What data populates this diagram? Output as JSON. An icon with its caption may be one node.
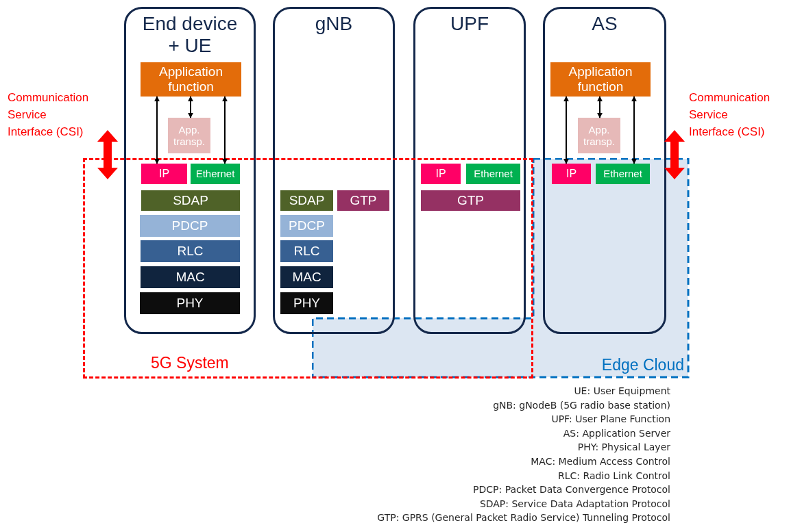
{
  "diagram": {
    "nodes": [
      {
        "text": [
          "End device + UE"
        ]
      },
      {
        "text": [
          "Application function"
        ],
        "in": 0
      },
      {
        "text": [
          "App. transp."
        ],
        "in": 0
      },
      {
        "text": [
          "IP"
        ]
      },
      {
        "text": [
          "Ethernet"
        ]
      },
      {
        "text": [
          "SDAP"
        ]
      },
      {
        "text": [
          "PDCP"
        ]
      },
      {
        "text": [
          "RLC"
        ]
      },
      {
        "text": [
          "MAC"
        ]
      },
      {
        "text": [
          "PHY"
        ]
      },
      {
        "text": [
          "gNB"
        ]
      },
      {
        "text": [
          "SDAP"
        ]
      },
      {
        "text": [
          "GTP"
        ]
      },
      {
        "text": [
          "PDCP"
        ]
      },
      {
        "text": [
          "RLC"
        ]
      },
      {
        "text": [
          "MAC"
        ]
      },
      {
        "text": [
          "PHY"
        ]
      },
      {
        "text": [
          "UPF"
        ]
      },
      {
        "text": [
          "IP"
        ]
      },
      {
        "text": [
          "Ethernet"
        ]
      },
      {
        "text": [
          "GTP"
        ]
      },
      {
        "text": [
          "AS"
        ]
      },
      {
        "text": [
          "Application function"
        ],
        "in": 21
      },
      {
        "text": [
          "App. transp."
        ],
        "in": 21
      },
      {
        "text": [
          "IP"
        ]
      },
      {
        "text": [
          "Ethernet"
        ]
      },
      {
        "text": [
          "5G System"
        ]
      },
      {
        "text": [
          "Edge Cloud"
        ]
      }
    ],
    "edges": [
      {
        "from": 1,
        "to": 3,
        "arrow": "both"
      },
      {
        "from": 1,
        "to": 2,
        "arrow": "both"
      },
      {
        "from": 1,
        "to": 4,
        "arrow": "both"
      },
      {
        "from": 22,
        "to": 24,
        "arrow": "both"
      },
      {
        "from": 22,
        "to": 23,
        "arrow": "both"
      },
      {
        "from": 22,
        "to": 25,
        "arrow": "both"
      }
    ],
    "labels": [
      "Communication Service Interface (CSI)",
      "Communication Service Interface (CSI)",
      "UE: User Equipment",
      "gNB: gNodeB (5G radio base station)",
      "UPF: User Plane Function",
      "AS: Application Server",
      "PHY: Physical Layer",
      "MAC: Medium Access Control",
      "RLC: Radio Link Control",
      "PDCP: Packet Data Convergence Protocol",
      "SDAP: Service Data Adaptation Protocol",
      "GTP: GPRS (General Packet Radio Service) Tunneling Protocol"
    ]
  }
}
